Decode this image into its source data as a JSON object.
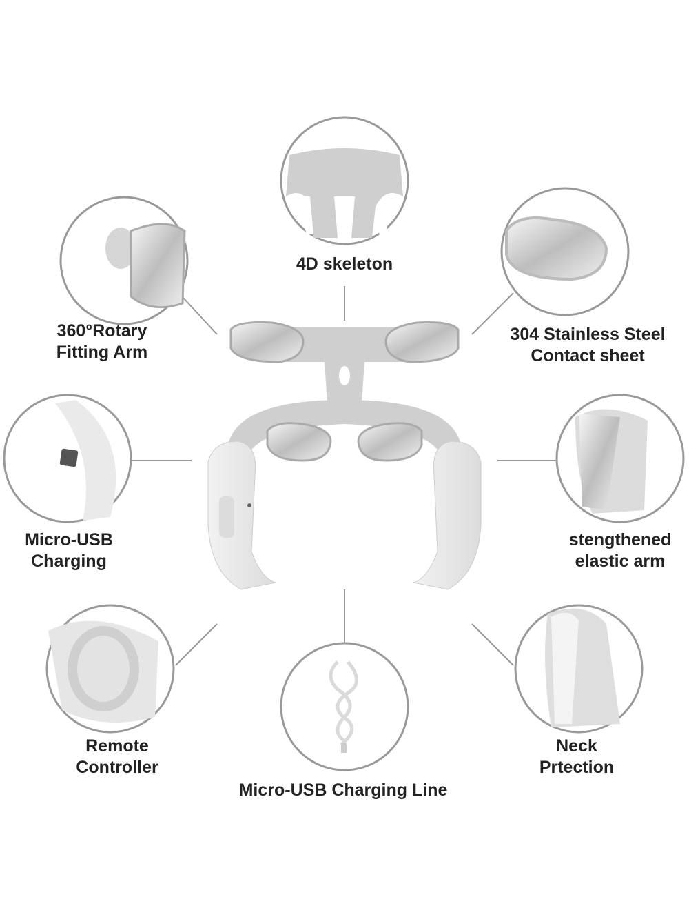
{
  "features": [
    {
      "id": "skeleton",
      "label": "4D skeleton"
    },
    {
      "id": "rotary-arm",
      "label_line1": "360°Rotary",
      "label_line2": "Fitting Arm"
    },
    {
      "id": "contact-sheet",
      "label_line1": "304 Stainless Steel",
      "label_line2": "Contact sheet"
    },
    {
      "id": "usb-charging",
      "label_line1": "Micro-USB",
      "label_line2": "Charging"
    },
    {
      "id": "elastic-arm",
      "label_line1": "stengthened",
      "label_line2": "elastic arm"
    },
    {
      "id": "remote",
      "label_line1": "Remote",
      "label_line2": "Controller"
    },
    {
      "id": "charging-line",
      "label": "Micro-USB Charging Line"
    },
    {
      "id": "neck-protection",
      "label_line1": "Neck",
      "label_line2": "Prtection"
    }
  ],
  "colors": {
    "circle_stroke": "#9a9a9a",
    "device_body": "#e9e9e9",
    "device_grey": "#c9c9c9",
    "metal": "#d8d8d8",
    "text": "#222222"
  }
}
